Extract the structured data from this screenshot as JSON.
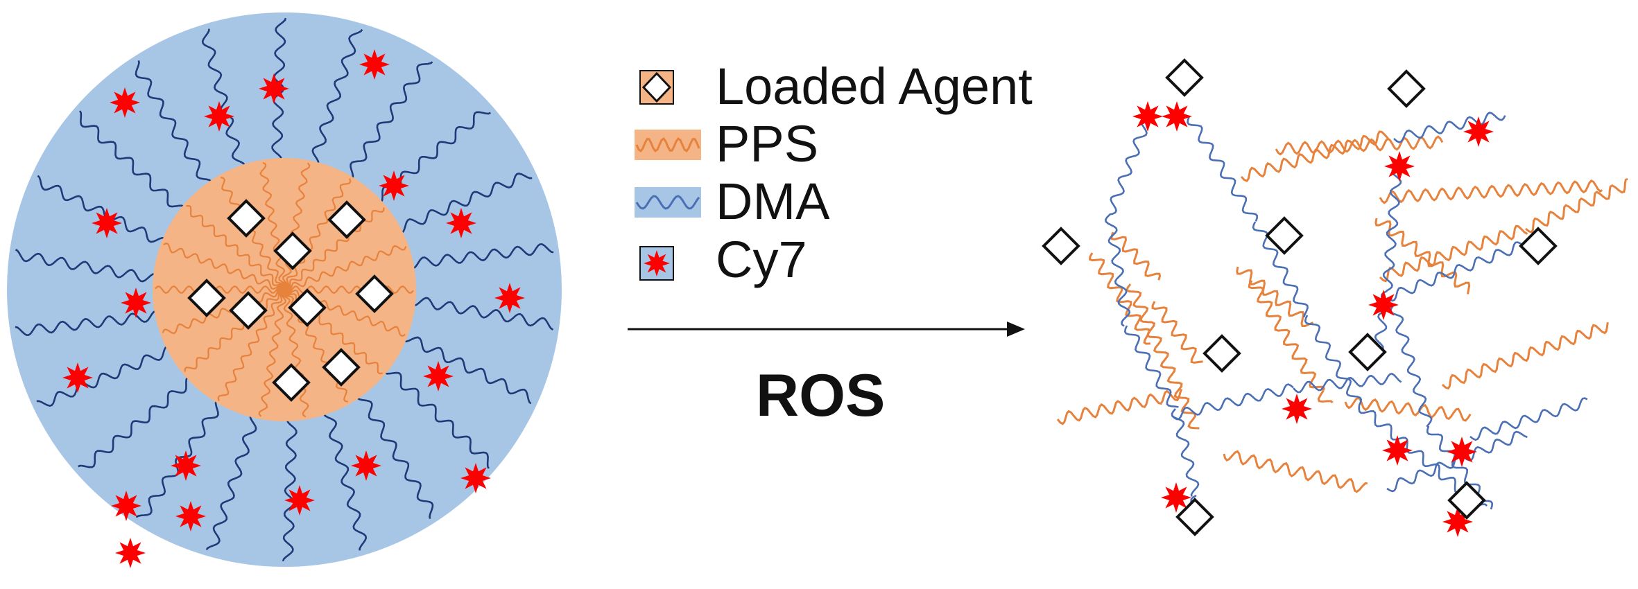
{
  "legend": {
    "loaded_agent": "Loaded Agent",
    "pps": "PPS",
    "dma": "DMA",
    "cy7": "Cy7"
  },
  "reaction": {
    "trigger": "ROS"
  },
  "colors": {
    "shell": "#a7c6e6",
    "core": "#f4b486",
    "pps_chain": "#e7823d",
    "dma_chain": "#4a6fb4",
    "dma_chain_dark": "#1f3a78",
    "cy7": "#ff0000",
    "agent_fill": "#ffffff",
    "agent_stroke": "#111111"
  },
  "icons": {
    "agent": "diamond-icon",
    "dye": "star-burst-icon",
    "arrow": "right-arrow-icon"
  }
}
